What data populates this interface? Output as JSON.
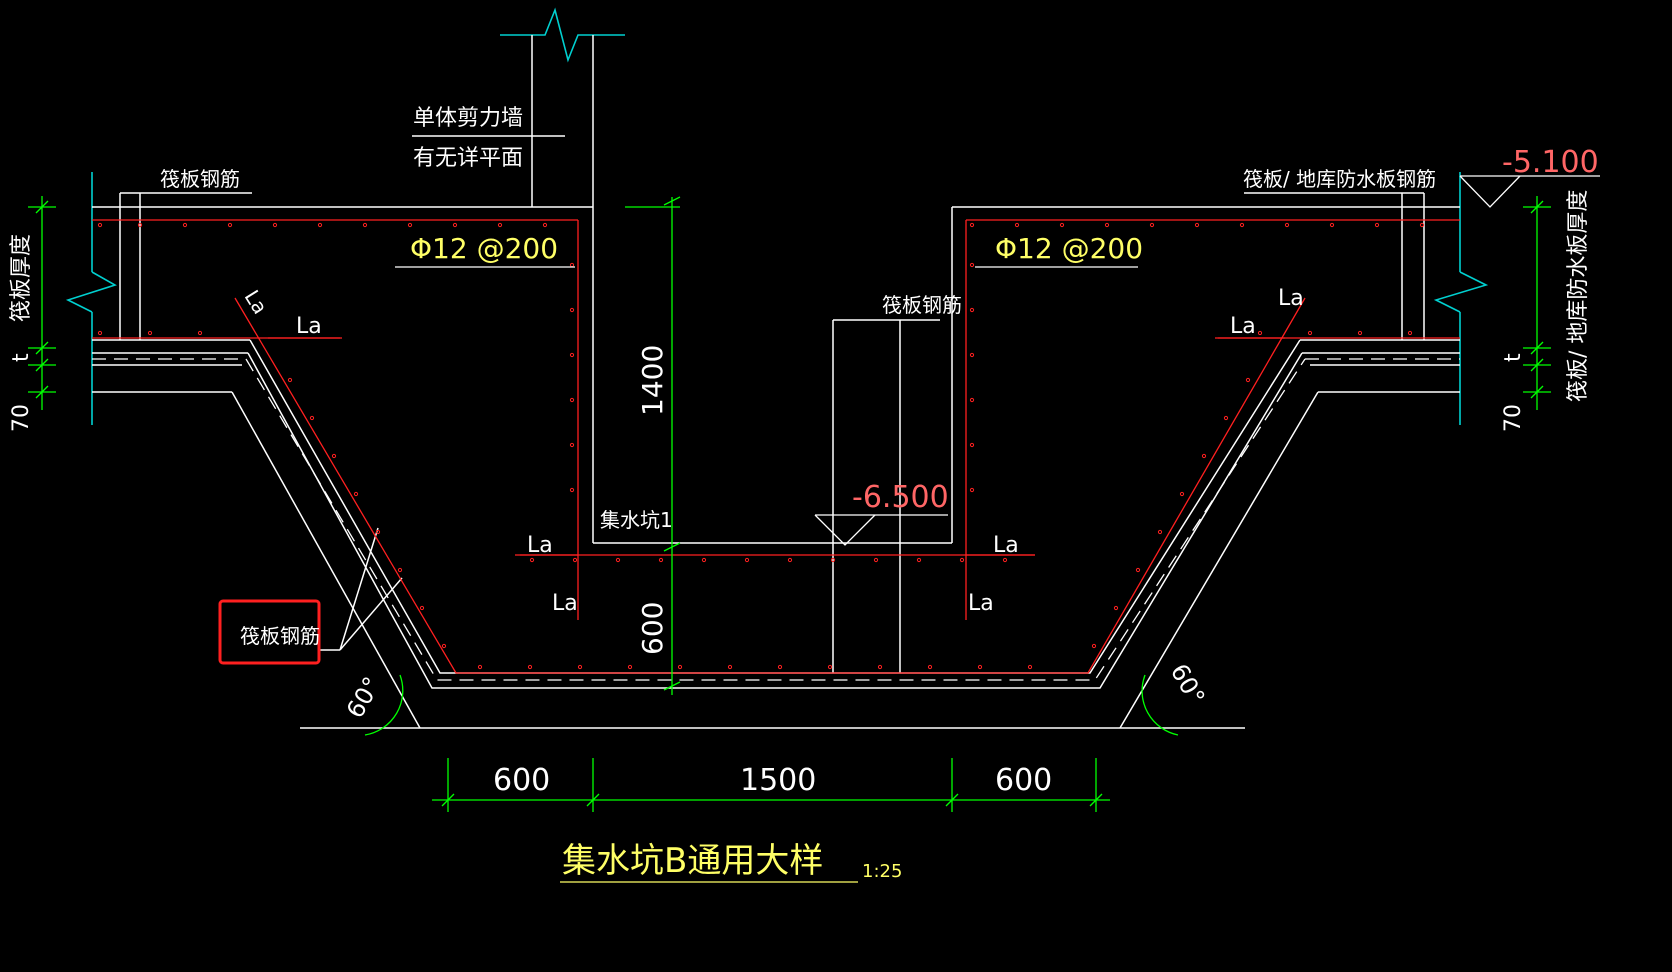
{
  "drawing": {
    "title": "集水坑B通用大样",
    "scale": "1:25",
    "colors": {
      "background": "#000000",
      "outline": "#ffffff",
      "rebar": "#ff2020",
      "dimension": "#00ff00",
      "wall_break": "#00d0d0",
      "label_yellow": "#ffff66",
      "elevation": "#ff6666",
      "highlight_box": "#ff2020"
    },
    "labels": {
      "shear_wall": "单体剪力墙",
      "no_detail_plan": "有无详平面",
      "raft_rebar_top_left": "筏板钢筋",
      "raft_rebar_center": "筏板钢筋",
      "raft_rebar_highlighted": "筏板钢筋",
      "raft_garage_rebar": "筏板/ 地库防水板钢筋",
      "pit_name": "集水坑1",
      "left_thickness": "筏板厚度",
      "right_thickness": "筏板/ 地库防水板厚度"
    },
    "rebar_spec_left": "Φ12 @200",
    "rebar_spec_right": "Φ12 @200",
    "anchorage": "La",
    "elevations": {
      "top": "-5.100",
      "pit_bottom": "-6.500"
    },
    "angles": {
      "left": "60°",
      "right": "60°"
    },
    "thickness_marks": {
      "t": "t",
      "cushion": "70"
    },
    "dimensions": {
      "vertical_upper": "1400",
      "vertical_lower": "600",
      "bottom_left": "600",
      "bottom_middle": "1500",
      "bottom_right": "600"
    }
  }
}
